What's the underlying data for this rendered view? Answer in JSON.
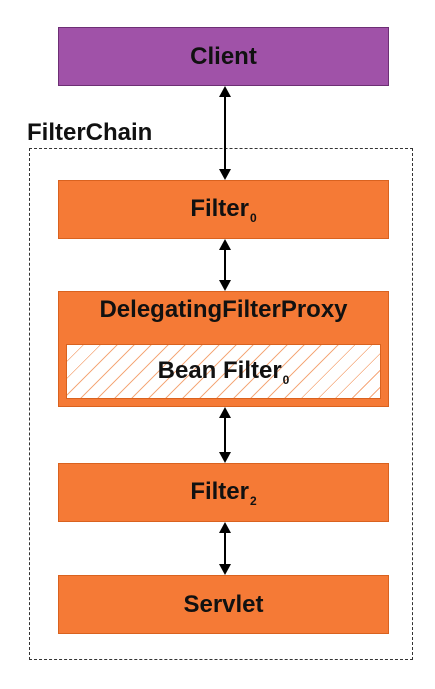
{
  "diagram": {
    "client": "Client",
    "chain_label": "FilterChain",
    "filter0": {
      "name": "Filter",
      "sub": "0"
    },
    "proxy": "DelegatingFilterProxy",
    "bean_filter": {
      "name": "Bean Filter",
      "sub": "0"
    },
    "filter2": {
      "name": "Filter",
      "sub": "2"
    },
    "servlet": "Servlet"
  },
  "colors": {
    "client_fill": "#a052a8",
    "filter_fill": "#f57a36",
    "bean_hatch": "#f5a97c",
    "arrow": "#000000"
  }
}
